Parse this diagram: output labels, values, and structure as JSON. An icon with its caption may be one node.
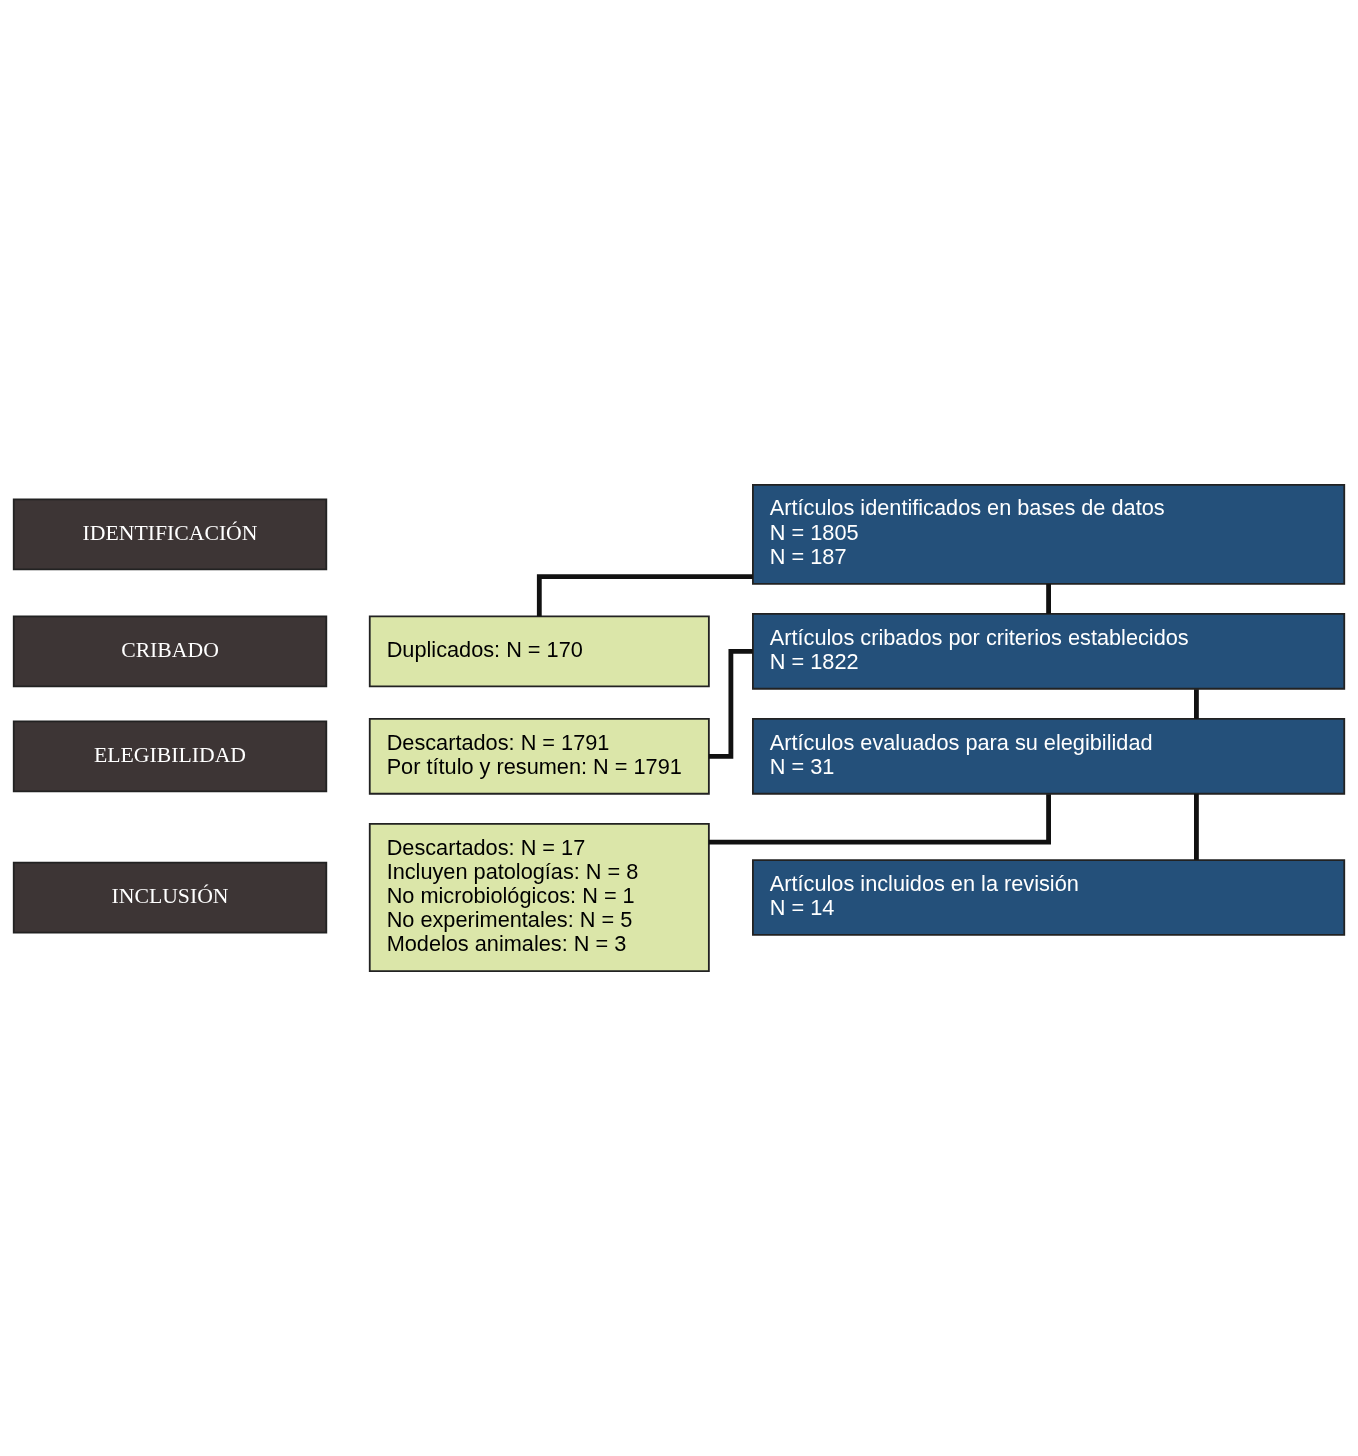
{
  "diagram": {
    "nodes": [
      {
        "text": [
          "IDENTIFICACIÓN"
        ]
      },
      {
        "text": [
          "Artículos identificados en bases de datos",
          "N = 1805",
          "N = 187"
        ]
      },
      {
        "text": [
          "Duplicados: N = 170"
        ]
      },
      {
        "text": [
          "CRIBADO"
        ]
      },
      {
        "text": [
          "Artículos cribados por criterios establecidos",
          "N = 1822"
        ]
      },
      {
        "text": [
          "Descartados: N = 1791",
          "Por título y resumen: N = 1791"
        ]
      },
      {
        "text": [
          "ELEGIBILIDAD"
        ]
      },
      {
        "text": [
          "Artículos evaluados para su elegibilidad",
          "N = 31"
        ]
      },
      {
        "text": [
          "Descartados: N = 17",
          "Incluyen patologías: N = 8",
          "No microbiológicos: N = 1",
          "No experimentales: N = 5",
          "Modelos animales: N = 3"
        ]
      },
      {
        "text": [
          "INCLUSIÓN"
        ]
      },
      {
        "text": [
          "Artículos incluidos en la revisión",
          "N = 14"
        ]
      }
    ],
    "edges": [
      {
        "from": 1,
        "to": 2,
        "arrow": "none"
      },
      {
        "from": 1,
        "to": 4,
        "arrow": "none"
      },
      {
        "from": 4,
        "to": 5,
        "arrow": "none"
      },
      {
        "from": 4,
        "to": 7,
        "arrow": "none"
      },
      {
        "from": 7,
        "to": 8,
        "arrow": "none"
      },
      {
        "from": 7,
        "to": 10,
        "arrow": "none"
      }
    ]
  }
}
